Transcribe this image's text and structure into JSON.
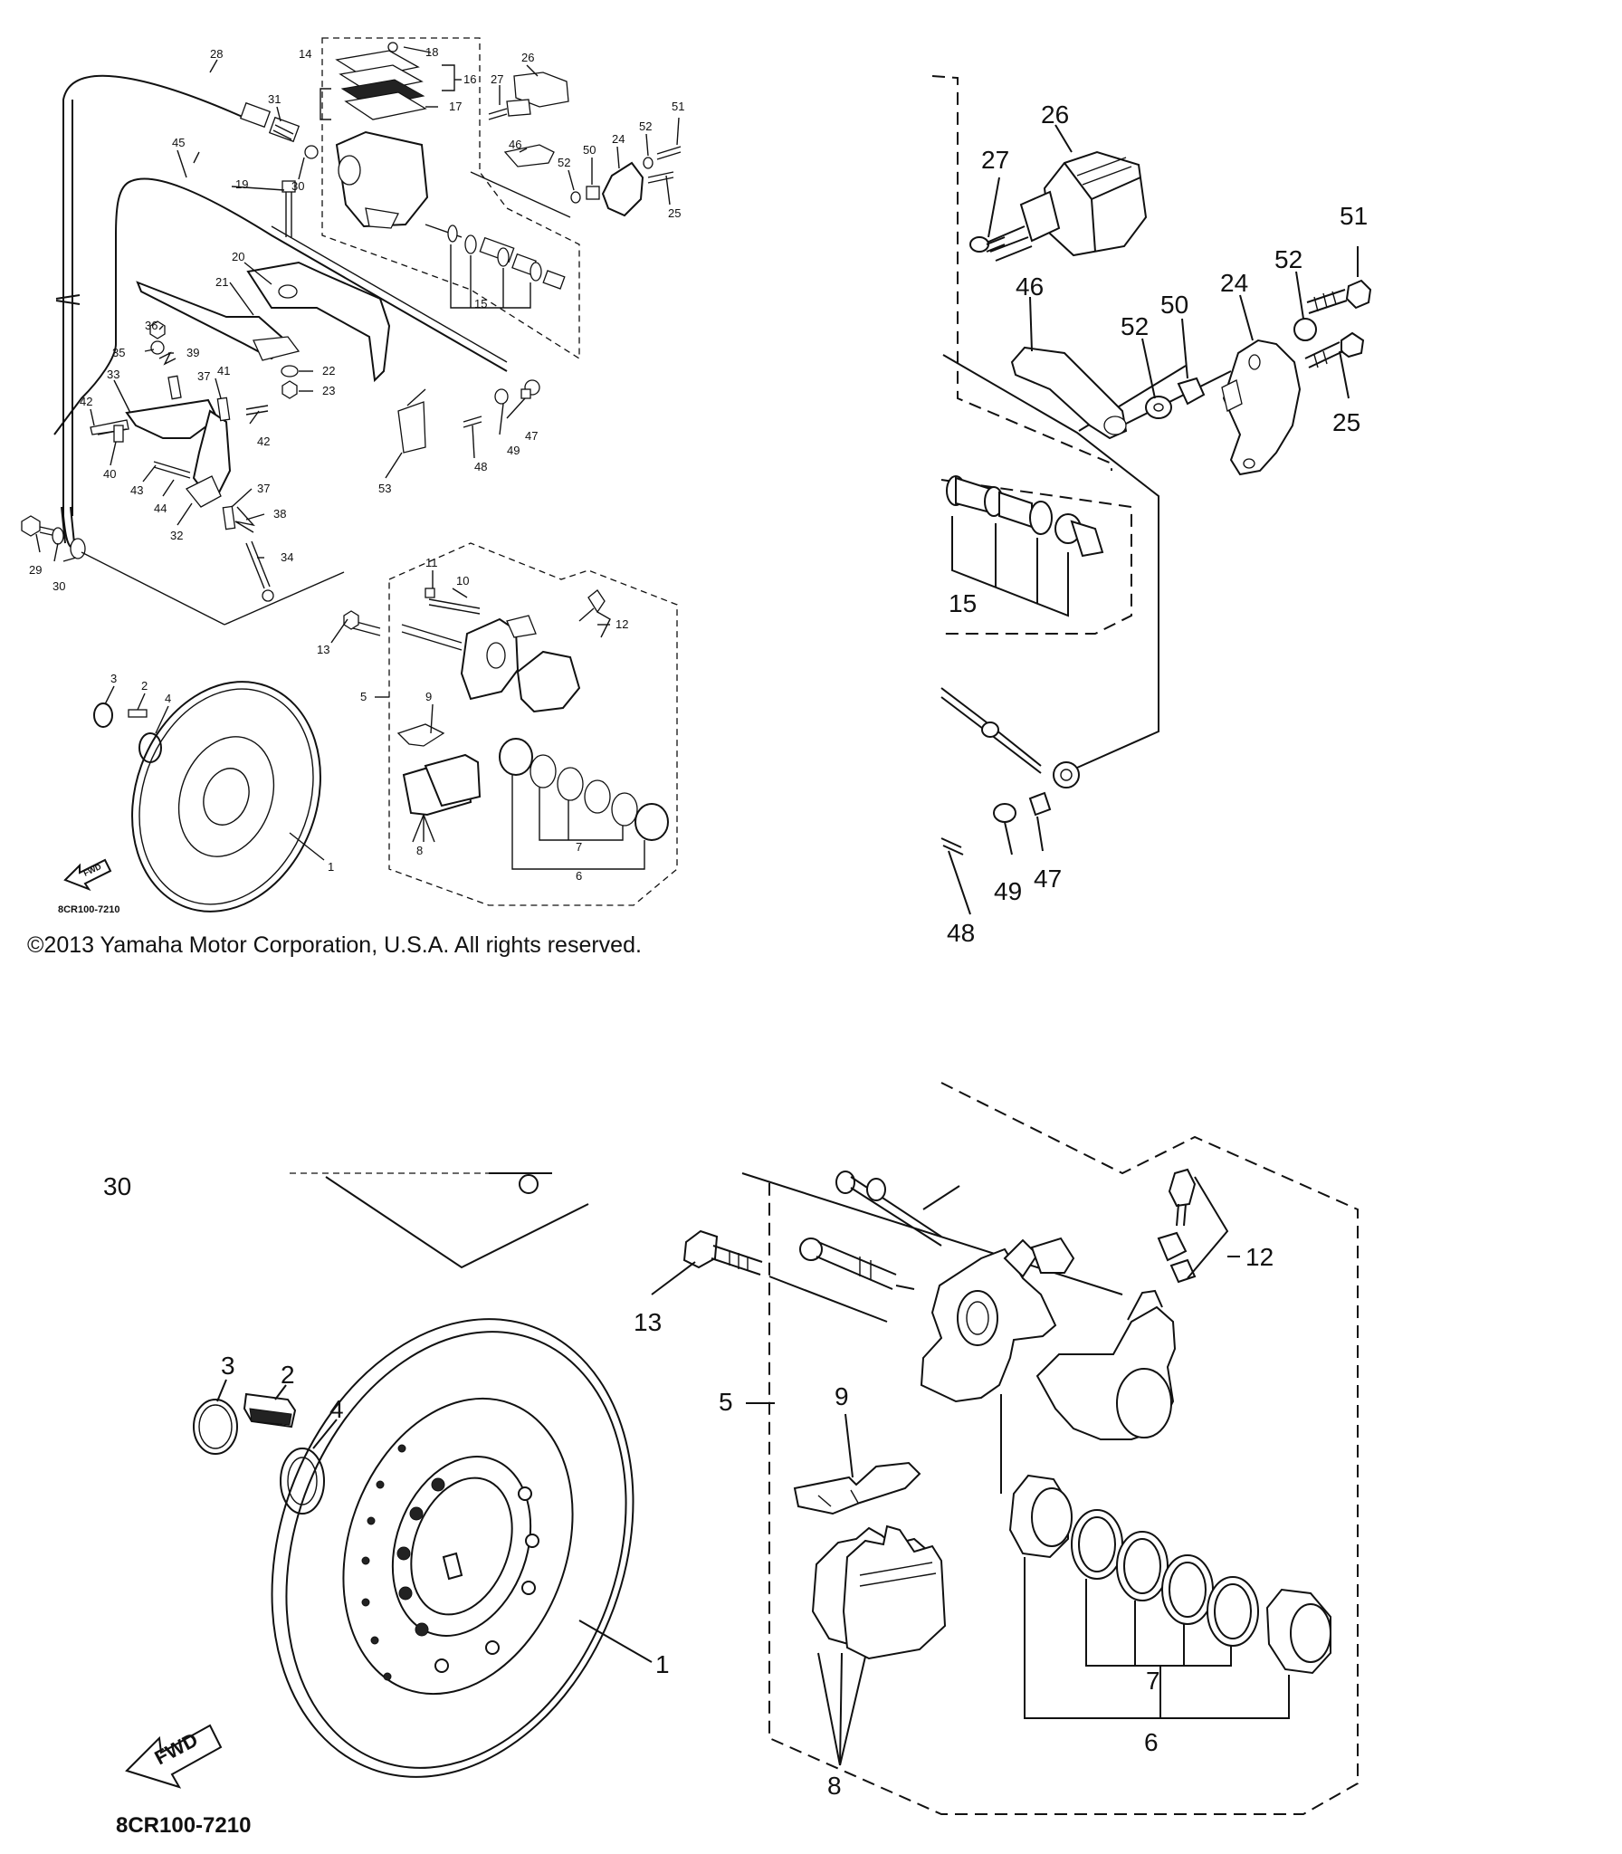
{
  "copyright": "©2013 Yamaha Motor Corporation, U.S.A. All rights reserved.",
  "diagram_code": "8CR100-7210",
  "fwd_label": "FWD",
  "overview_callouts": [
    "1",
    "2",
    "3",
    "4",
    "5",
    "6",
    "7",
    "8",
    "9",
    "10",
    "11",
    "12",
    "13",
    "14",
    "15",
    "16",
    "17",
    "18",
    "19",
    "20",
    "21",
    "22",
    "23",
    "24",
    "25",
    "26",
    "27",
    "28",
    "29",
    "30",
    "31",
    "32",
    "33",
    "34",
    "35",
    "36",
    "37",
    "38",
    "39",
    "40",
    "41",
    "42",
    "43",
    "44",
    "45",
    "46",
    "47",
    "48",
    "49",
    "50",
    "51",
    "52",
    "53"
  ],
  "detail_upper_callouts": [
    "15",
    "24",
    "25",
    "26",
    "27",
    "46",
    "47",
    "48",
    "49",
    "50",
    "51",
    "52"
  ],
  "detail_lower_callouts": [
    "1",
    "2",
    "3",
    "4",
    "5",
    "6",
    "7",
    "8",
    "9",
    "12",
    "13",
    "30"
  ]
}
